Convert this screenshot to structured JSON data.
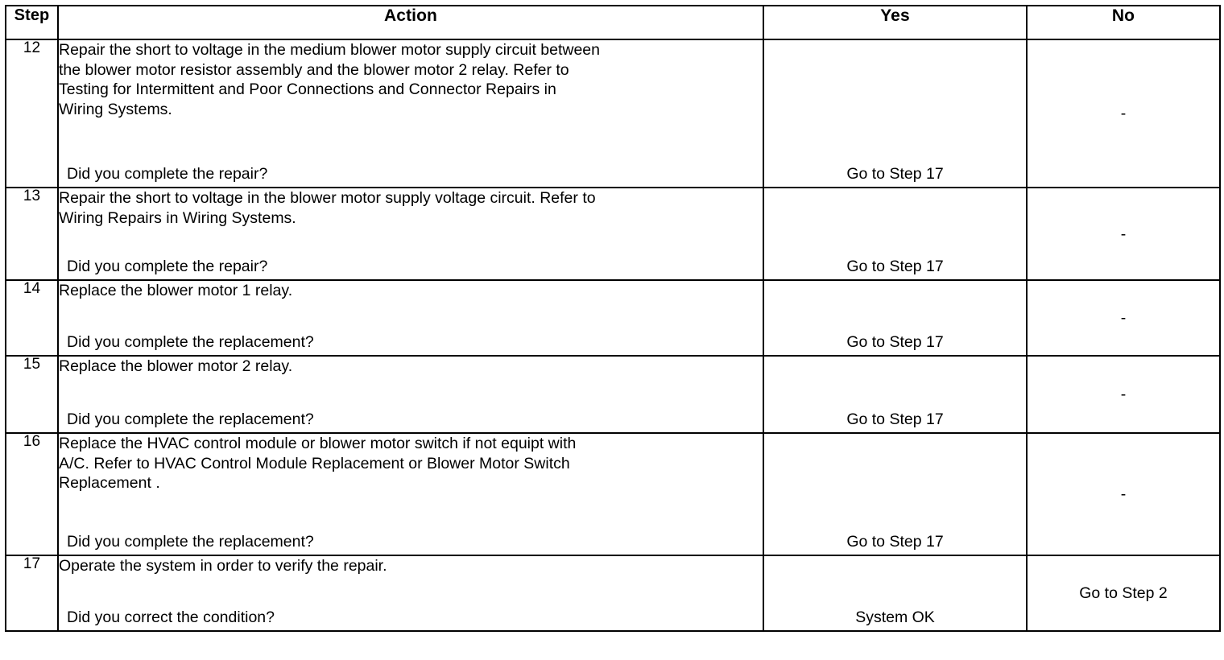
{
  "table": {
    "headers": {
      "step": "Step",
      "action": "Action",
      "yes": "Yes",
      "no": "No"
    },
    "rows": [
      {
        "step": "12",
        "action_lines": [
          "Repair the short to voltage in the medium blower motor supply circuit between",
          "the blower motor resistor assembly and the blower motor 2 relay. Refer to",
          "Testing for Intermittent and Poor Connections and Connector Repairs in",
          "Wiring Systems."
        ],
        "question": "Did you complete the repair?",
        "yes": "Go to Step 17",
        "no": "-"
      },
      {
        "step": "13",
        "action_lines": [
          "Repair the short to voltage in the blower motor supply voltage circuit. Refer to",
          "Wiring Repairs in Wiring Systems."
        ],
        "question": "Did you complete the repair?",
        "yes": "Go to Step 17",
        "no": "-"
      },
      {
        "step": "14",
        "action_lines": [
          "Replace the blower motor 1 relay."
        ],
        "question": "Did you complete the replacement?",
        "yes": "Go to Step 17",
        "no": "-"
      },
      {
        "step": "15",
        "action_lines": [
          "Replace the blower motor 2 relay."
        ],
        "question": "Did you complete the replacement?",
        "yes": "Go to Step 17",
        "no": "-"
      },
      {
        "step": "16",
        "action_lines": [
          "Replace the HVAC control module or blower motor switch if not equipt with",
          "A/C. Refer to HVAC Control Module Replacement or Blower Motor Switch",
          "Replacement ."
        ],
        "question": "Did you complete the replacement?",
        "yes": "Go to Step 17",
        "no": "-"
      },
      {
        "step": "17",
        "action_lines": [
          "Operate the system in order to verify the repair."
        ],
        "question": "Did you correct the condition?",
        "yes": "System OK",
        "no": "Go to Step 2"
      }
    ]
  },
  "colors": {
    "border": "#000000",
    "text": "#000000",
    "background": "#ffffff"
  }
}
